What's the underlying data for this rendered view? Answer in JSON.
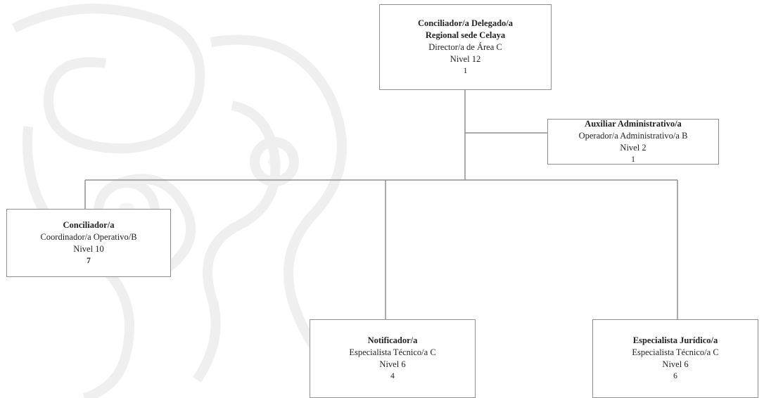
{
  "org_chart": {
    "delegado": {
      "title_line1": "Conciliador/a Delegado/a",
      "title_line2": "Regional sede Celaya",
      "position": "Director/a de Área C",
      "level": "Nivel 12",
      "count": "1"
    },
    "auxiliar": {
      "title": "Auxiliar Administrativo/a",
      "position": "Operador/a Administrativo/a B",
      "level": "Nivel 2",
      "count": "1"
    },
    "conciliador": {
      "title": "Conciliador/a",
      "position": "Coordinador/a Operativo/B",
      "level": "Nivel 10",
      "count": "7"
    },
    "notificador": {
      "title": "Notificador/a",
      "position": "Especialista Técnico/a C",
      "level": "Nivel 6",
      "count": "4"
    },
    "especialista": {
      "title": "Especialista Jurídico/a",
      "position": "Especialista Técnico/a C",
      "level": "Nivel 6",
      "count": "6"
    }
  },
  "colors": {
    "line": "#8f8f8f",
    "border": "#8f8f8f",
    "text": "#222222",
    "watermark": "#6b6b6b"
  }
}
